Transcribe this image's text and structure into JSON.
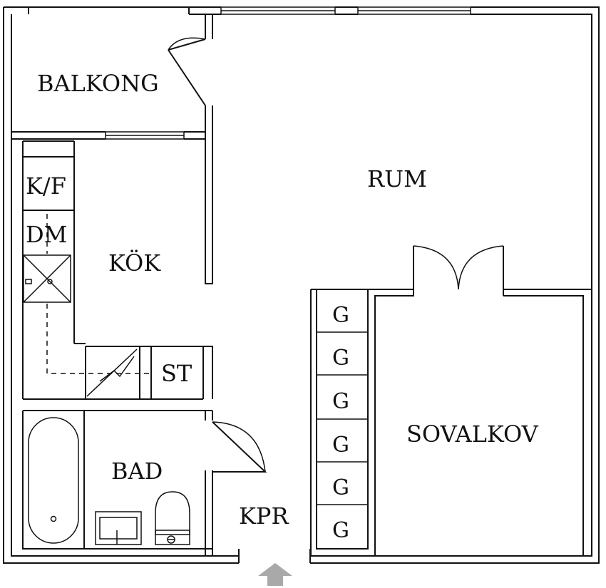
{
  "rooms": {
    "balkong": "BALKONG",
    "rum": "RUM",
    "kok": "KÖK",
    "kf": "K/F",
    "dm": "DM",
    "st": "ST",
    "bad": "BAD",
    "kpr": "KPR",
    "sovalkov": "SOVALKOV"
  },
  "closets": [
    "G",
    "G",
    "G",
    "G",
    "G",
    "G"
  ],
  "colors": {
    "wall": "#111111",
    "background": "#ffffff",
    "entry_arrow": "#a9a9a9"
  }
}
